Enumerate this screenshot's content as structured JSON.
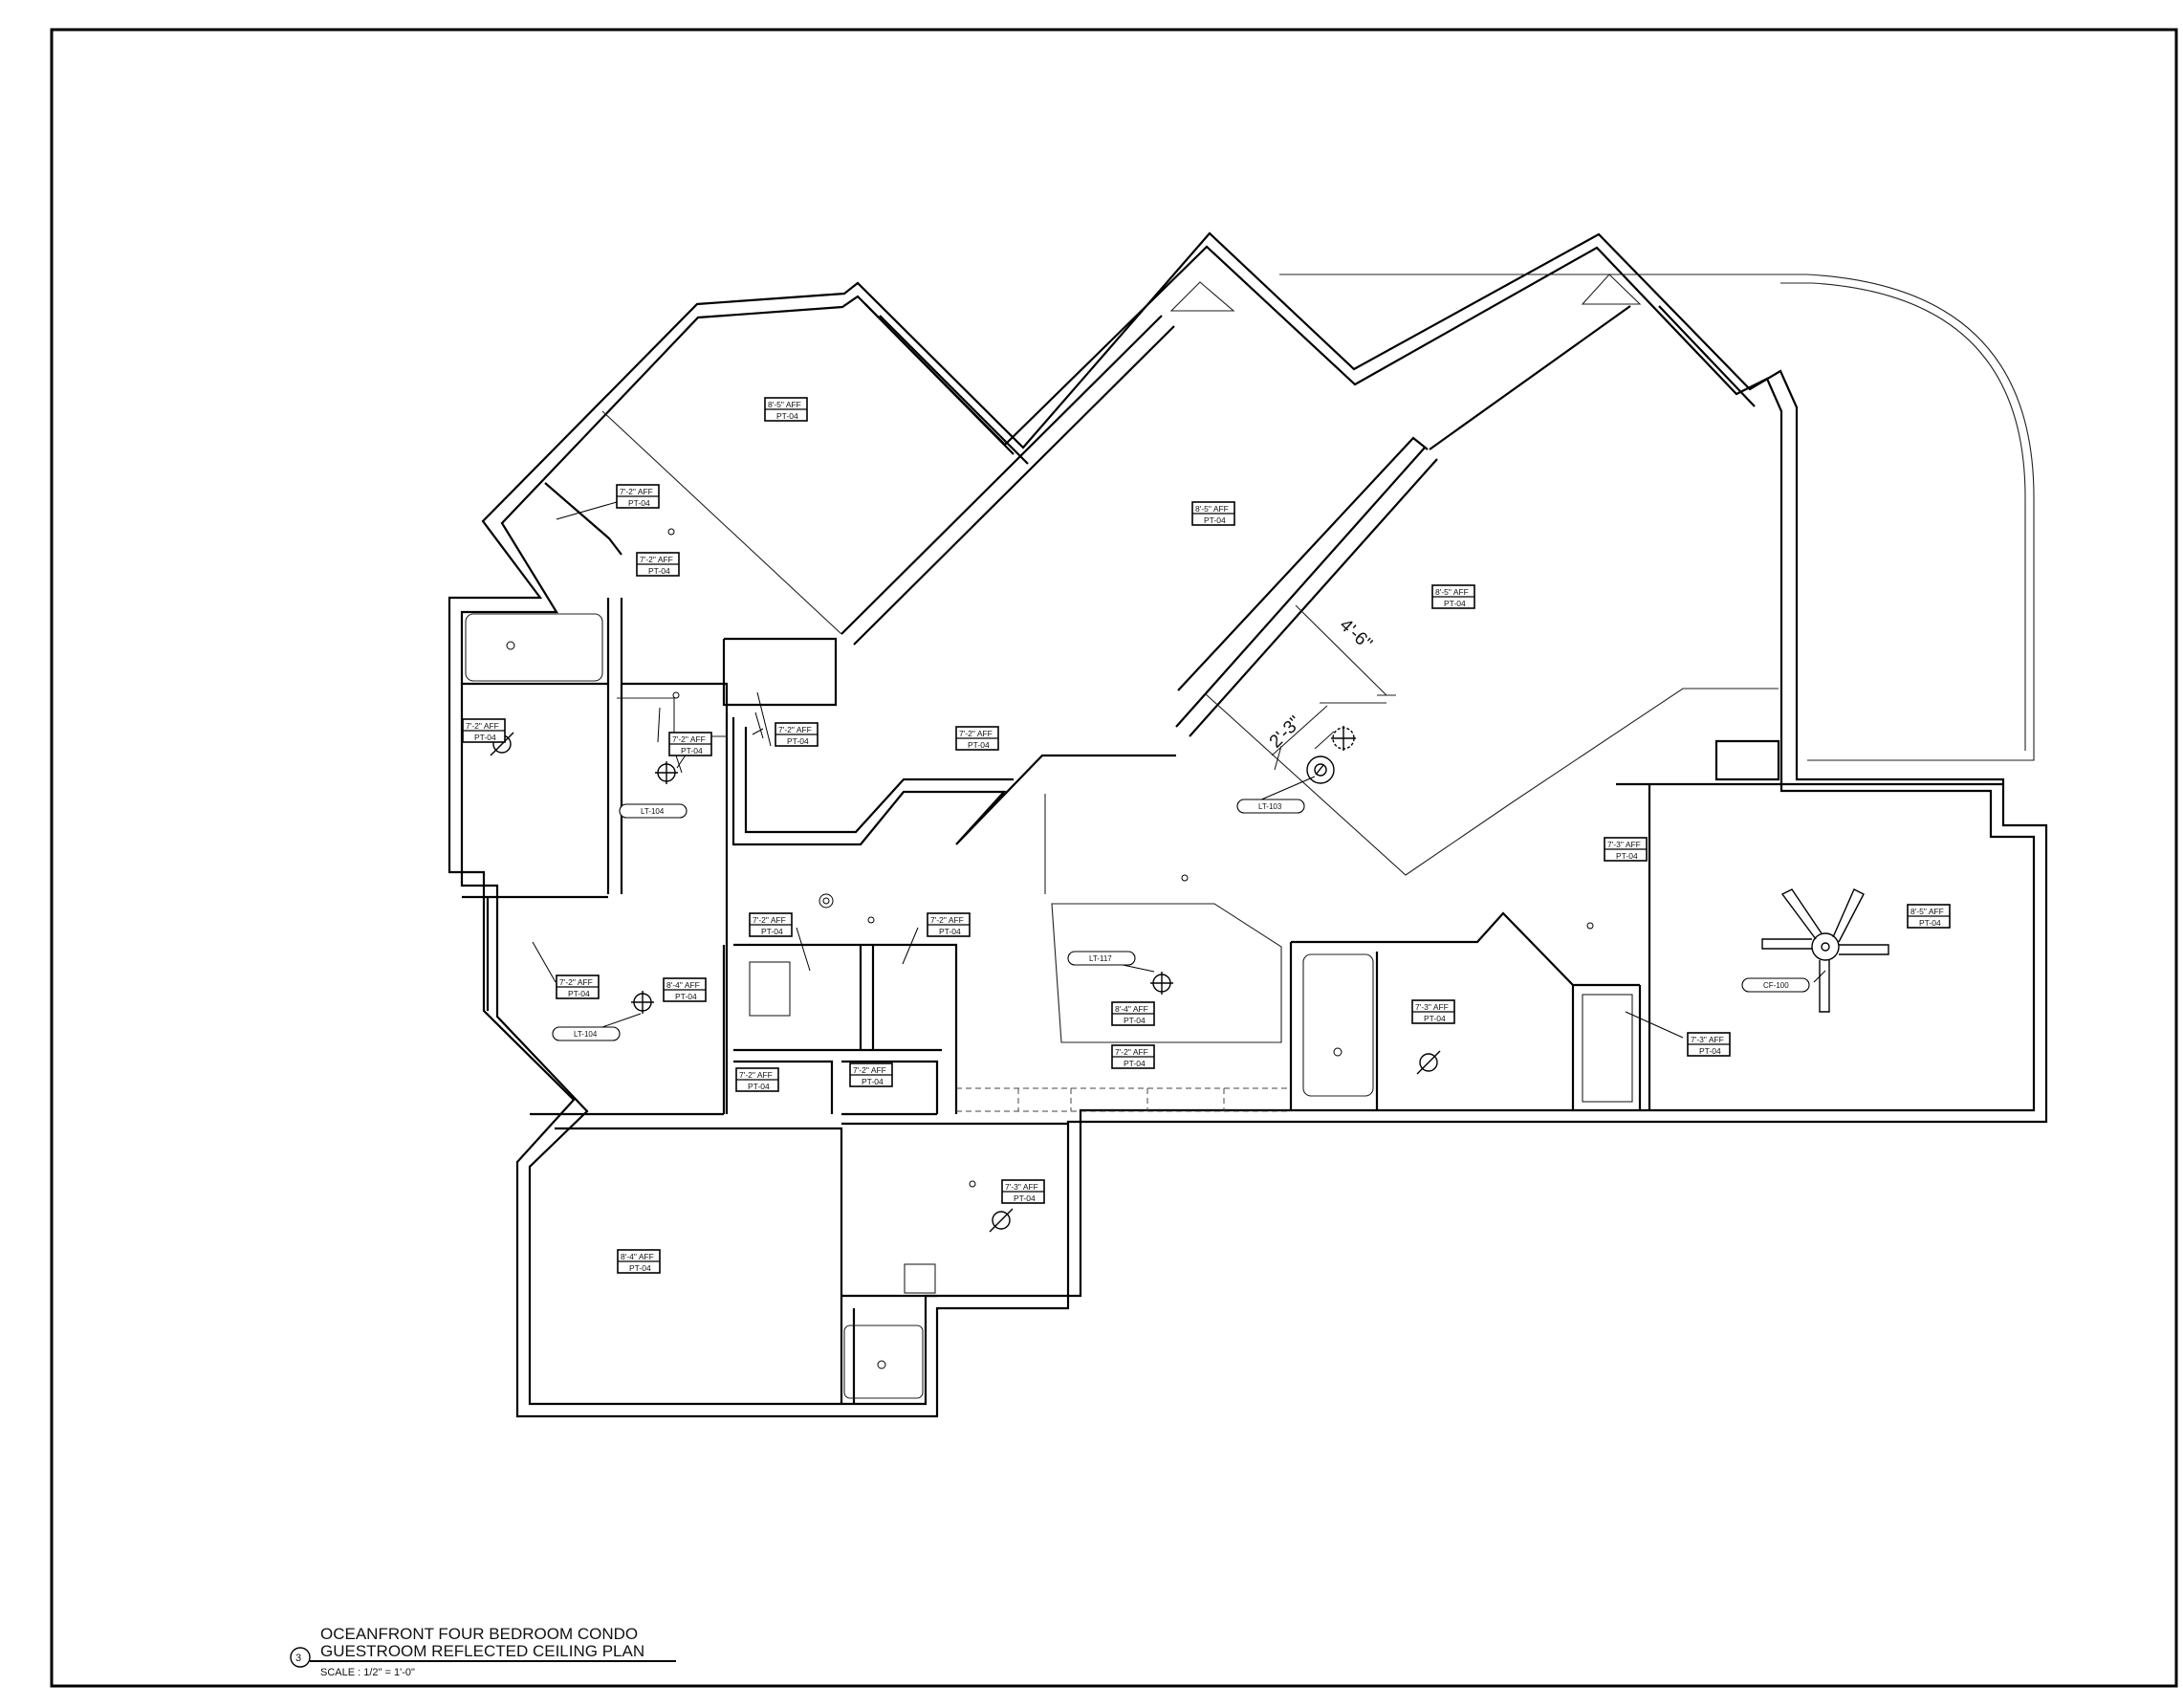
{
  "sheet": {
    "title_line1": "OCEANFRONT FOUR BEDROOM CONDO",
    "title_line2": "GUESTROOM REFLECTED CEILING PLAN",
    "scale": "SCALE : 1/2\" = 1'-0\"",
    "drawing_number": "3"
  },
  "dimensions": {
    "dim_a": "4'-6\"",
    "dim_b": "2'-3\""
  },
  "ceiling_tags": [
    {
      "height": "8'-5\" AFF",
      "finish": "PT-04"
    },
    {
      "height": "7'-2\" AFF",
      "finish": "PT-04"
    },
    {
      "height": "7'-2\" AFF",
      "finish": "PT-04"
    },
    {
      "height": "8'-5\" AFF",
      "finish": "PT-04"
    },
    {
      "height": "8'-5\" AFF",
      "finish": "PT-04"
    },
    {
      "height": "7'-2\" AFF",
      "finish": "PT-04"
    },
    {
      "height": "7'-2\" AFF",
      "finish": "PT-04"
    },
    {
      "height": "7'-2\" AFF",
      "finish": "PT-04"
    },
    {
      "height": "7'-2\" AFF",
      "finish": "PT-04"
    },
    {
      "height": "7'-2\" AFF",
      "finish": "PT-04"
    },
    {
      "height": "7'-2\" AFF",
      "finish": "PT-04"
    },
    {
      "height": "7'-2\" AFF",
      "finish": "PT-04"
    },
    {
      "height": "8'-4\" AFF",
      "finish": "PT-04"
    },
    {
      "height": "8'-4\" AFF",
      "finish": "PT-04"
    },
    {
      "height": "7'-2\" AFF",
      "finish": "PT-04"
    },
    {
      "height": "7'-2\" AFF",
      "finish": "PT-04"
    },
    {
      "height": "7'-2\" AFF",
      "finish": "PT-04"
    },
    {
      "height": "7'-3\" AFF",
      "finish": "PT-04"
    },
    {
      "height": "8'-5\" AFF",
      "finish": "PT-04"
    },
    {
      "height": "7'-3\" AFF",
      "finish": "PT-04"
    },
    {
      "height": "7'-3\" AFF",
      "finish": "PT-04"
    },
    {
      "height": "7'-3\" AFF",
      "finish": "PT-04"
    },
    {
      "height": "8'-4\" AFF",
      "finish": "PT-04"
    }
  ],
  "fixture_labels": [
    "LT-104",
    "LT-104",
    "LT-103",
    "LT-117",
    "CF-100"
  ]
}
